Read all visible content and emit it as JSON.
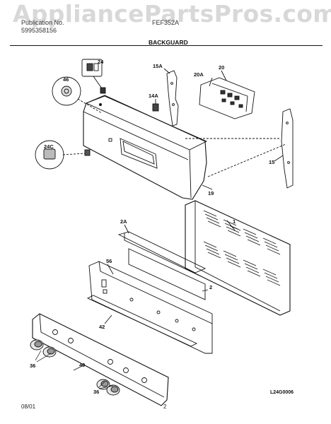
{
  "watermark": "AppliancePartsPros.com",
  "header": {
    "line1": "Publication No.",
    "line2": "5995358156",
    "model": "FEF352A"
  },
  "section_title": "BACKGUARD",
  "callouts": {
    "c24": "24",
    "c46": "46",
    "c15A": "15A",
    "c20A": "20A",
    "c20": "20",
    "c14A": "14A",
    "c24C": "24C",
    "c15": "15",
    "c19": "19",
    "c2A": "2A",
    "c1": "1",
    "c56": "56",
    "c2": "2",
    "c42": "42",
    "c36a": "36",
    "c40": "40",
    "c36b": "36"
  },
  "diagram_code": "L24G0006",
  "footer": {
    "date": "08/01",
    "page": "2"
  }
}
